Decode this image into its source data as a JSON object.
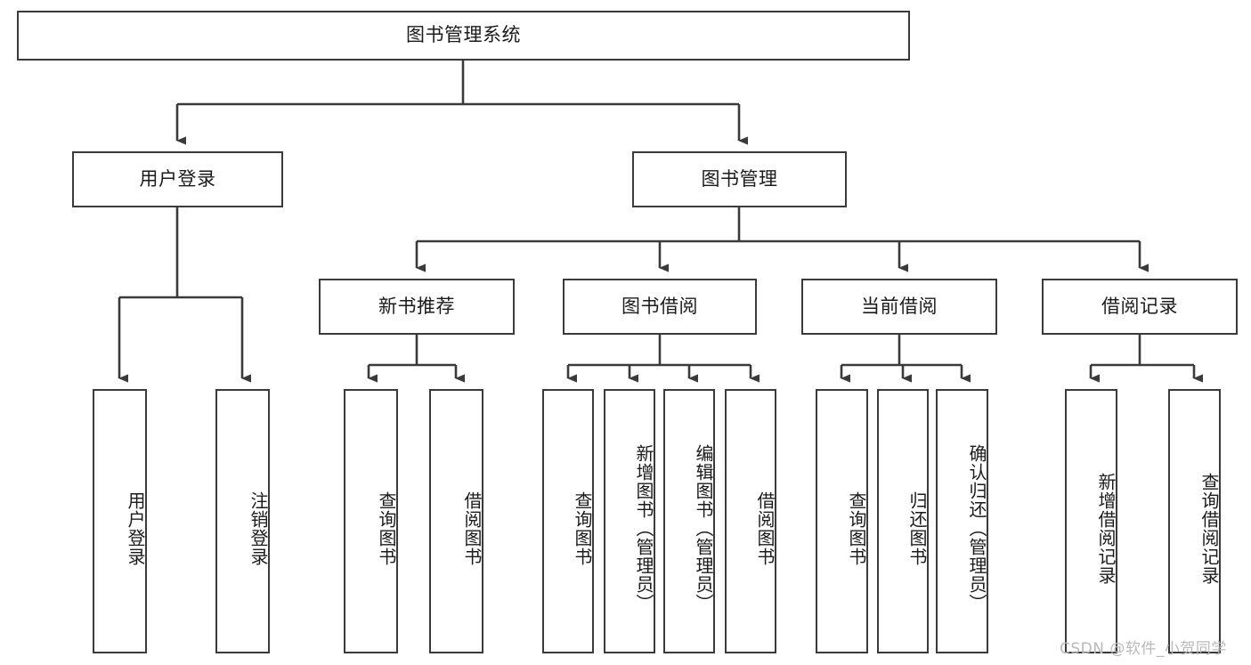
{
  "diagram": {
    "title": "图书管理系统",
    "type": "功能结构图",
    "watermark": "CSDN @软件_小贺同学",
    "colors": {
      "box_border": "#3a3a3a",
      "box_fill": "#ffffff",
      "connector": "#3a3a3a",
      "text": "#1b1b1b",
      "watermark": "#b9b9b9",
      "background": "#ffffff"
    }
  },
  "nodes": {
    "root": {
      "label": "图书管理系统"
    },
    "level2": [
      {
        "id": "user-login",
        "label": "用户登录"
      },
      {
        "id": "book-manage",
        "label": "图书管理"
      }
    ],
    "level3": [
      {
        "id": "new-book-recommend",
        "label": "新书推荐"
      },
      {
        "id": "book-borrow",
        "label": "图书借阅"
      },
      {
        "id": "current-borrow",
        "label": "当前借阅"
      },
      {
        "id": "borrow-record",
        "label": "借阅记录"
      }
    ],
    "leaves": {
      "user-login": [
        {
          "id": "leaf-user-login",
          "label": "用户登录"
        },
        {
          "id": "leaf-user-logout",
          "label": "注销登录"
        }
      ],
      "new-book-recommend": [
        {
          "id": "leaf-query-book-1",
          "label": "查询图书"
        },
        {
          "id": "leaf-borrow-book-1",
          "label": "借阅图书"
        }
      ],
      "book-borrow": [
        {
          "id": "leaf-query-book-2",
          "label": "查询图书"
        },
        {
          "id": "leaf-add-book",
          "label": "新增图书（管理员）"
        },
        {
          "id": "leaf-edit-book",
          "label": "编辑图书（管理员）"
        },
        {
          "id": "leaf-borrow-book-2",
          "label": "借阅图书"
        }
      ],
      "current-borrow": [
        {
          "id": "leaf-query-book-3",
          "label": "查询图书"
        },
        {
          "id": "leaf-return-book",
          "label": "归还图书"
        },
        {
          "id": "leaf-confirm-return",
          "label": "确认归还（管理员）"
        }
      ],
      "borrow-record": [
        {
          "id": "leaf-add-record",
          "label": "新增借阅记录"
        },
        {
          "id": "leaf-query-record",
          "label": "查询借阅记录"
        }
      ]
    }
  },
  "tree_structure": {
    "图书管理系统": {
      "用户登录": [
        "用户登录",
        "注销登录"
      ],
      "图书管理": {
        "新书推荐": [
          "查询图书",
          "借阅图书"
        ],
        "图书借阅": [
          "查询图书",
          "新增图书（管理员）",
          "编辑图书（管理员）",
          "借阅图书"
        ],
        "当前借阅": [
          "查询图书",
          "归还图书",
          "确认归还（管理员）"
        ],
        "借阅记录": [
          "新增借阅记录",
          "查询借阅记录"
        ]
      }
    }
  }
}
